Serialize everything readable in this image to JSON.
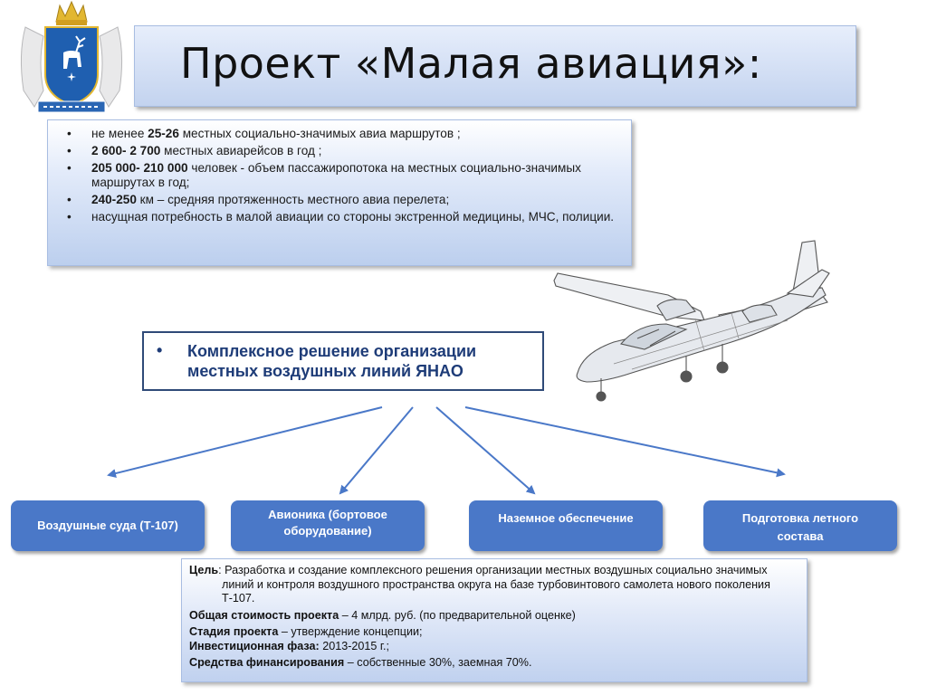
{
  "slide": {
    "title": "Проект «Малая авиация»:"
  },
  "facts": [
    {
      "pre": "не менее ",
      "bold": "25-26",
      "post": " местных  социально-значимых авиа маршрутов ;"
    },
    {
      "pre": "",
      "bold": "2 600- 2 700",
      "post": " местных  авиарейсов в год ;"
    },
    {
      "pre": "",
      "bold": "205 000- 210 000",
      "post": "  человек -  объем пассажиропотока  на местных социально-значимых маршрутах в год;"
    },
    {
      "pre": "",
      "bold": "240-250",
      "post": " км – средняя протяженность  местного авиа перелета;"
    },
    {
      "pre": "",
      "bold": "",
      "post": "насущная потребность в малой авиации со стороны экстренной медицины, МЧС, полиции."
    }
  ],
  "solution": {
    "text": "Комплексное решение организации местных воздушных линий ЯНАО"
  },
  "components": [
    {
      "label": "Воздушные суда (Т-107)"
    },
    {
      "label": "Авионика (бортовое оборудование)"
    },
    {
      "label": "Наземное обеспечение"
    },
    {
      "label": "Подготовка летного состава"
    }
  ],
  "goal": {
    "goal_label": "Цель",
    "goal_text": ": Разработка и создание комплексного решения организации местных воздушных социально значимых линий и контроля воздушного пространства округа на базе турбовинтового самолета нового поколения Т-107.",
    "cost_label": "Общая стоимость проекта",
    "cost_text": " – 4 млрд. руб. (по предварительной оценке)",
    "stage_label": "Стадия проекта",
    "stage_text": " – утверждение концепции;",
    "invest_label": "Инвестиционная фаза:",
    "invest_text": "  2013-2015 г.;",
    "funding_label": "Средства финансирования",
    "funding_text": " – собственные 30%, заемная 70%."
  },
  "colors": {
    "component_fill": "#4a78c8",
    "solution_text": "#1e3c78",
    "arrow": "#4a78c8"
  },
  "icons": {
    "crest": "yamal-coat-of-arms-icon",
    "plane": "t107-aircraft-sketch-icon"
  }
}
